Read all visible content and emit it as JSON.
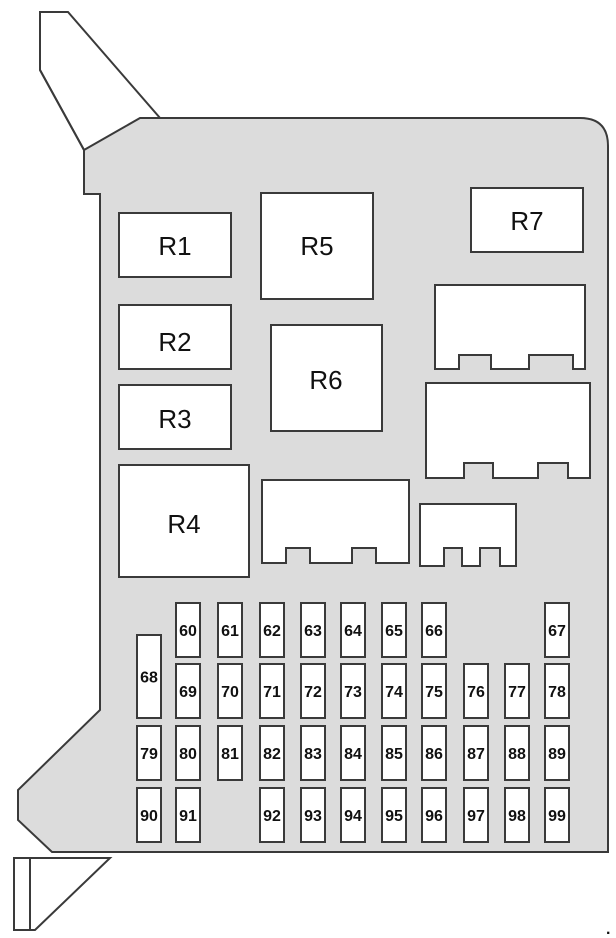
{
  "colors": {
    "panel": "#dcdcdc",
    "box_fill": "#ffffff",
    "outline": "#3a3a3a",
    "bracket": "#ffffff"
  },
  "relays": [
    {
      "id": "r1",
      "label": "R1"
    },
    {
      "id": "r2",
      "label": "R2"
    },
    {
      "id": "r3",
      "label": "R3"
    },
    {
      "id": "r4",
      "label": "R4"
    },
    {
      "id": "r5",
      "label": "R5"
    },
    {
      "id": "r6",
      "label": "R6"
    },
    {
      "id": "r7",
      "label": "R7"
    }
  ],
  "fuses": {
    "row1": [
      "60",
      "61",
      "62",
      "63",
      "64",
      "65",
      "66",
      "67"
    ],
    "tall": [
      "68"
    ],
    "row2": [
      "69",
      "70",
      "71",
      "72",
      "73",
      "74",
      "75",
      "76",
      "77",
      "78"
    ],
    "row3": [
      "79",
      "80",
      "81",
      "82",
      "83",
      "84",
      "85",
      "86",
      "87",
      "88",
      "89"
    ],
    "row4": [
      "90",
      "91",
      "92",
      "93",
      "94",
      "95",
      "96",
      "97",
      "98",
      "99"
    ]
  },
  "corner_mark": "."
}
